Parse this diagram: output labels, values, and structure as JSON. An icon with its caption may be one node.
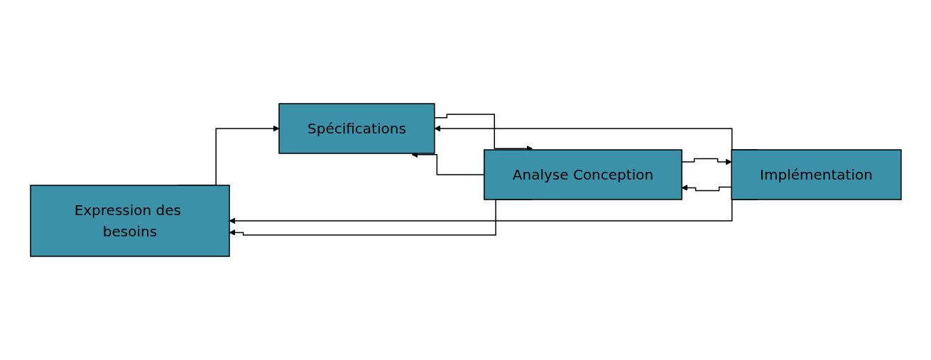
{
  "diagram": {
    "nodes": [
      {
        "text": [
          "Expression des besoins"
        ]
      },
      {
        "text": [
          "Spécifications"
        ]
      },
      {
        "text": [
          "Analyse Conception"
        ]
      },
      {
        "text": [
          "Implémentation"
        ]
      }
    ],
    "edges": [
      {
        "from": 0,
        "to": 1,
        "arrow": "to"
      },
      {
        "from": 1,
        "to": 2,
        "arrow": "to"
      },
      {
        "from": 2,
        "to": 3,
        "arrow": "to"
      },
      {
        "from": 2,
        "to": 1,
        "arrow": "to"
      },
      {
        "from": 2,
        "to": 0,
        "arrow": "to"
      },
      {
        "from": 3,
        "to": 0,
        "arrow": "to"
      },
      {
        "from": 3,
        "to": 1,
        "arrow": "to"
      },
      {
        "from": 3,
        "to": 2,
        "arrow": "to"
      }
    ]
  }
}
